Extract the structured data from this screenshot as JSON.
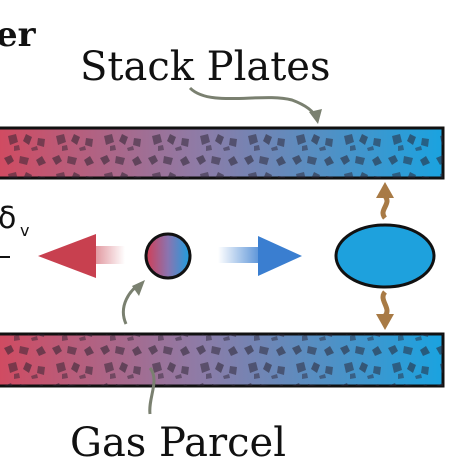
{
  "labels": {
    "corner_fragment": "er",
    "stack_plates": "Stack Plates",
    "gas_parcel": "Gas Parcel",
    "delta_symbol": "δ",
    "delta_subscript": "v"
  },
  "colors": {
    "warm": "#cc4a5e",
    "cool": "#1ea1dd",
    "mid": "#8a7fa8",
    "leader": "#7a8070",
    "expansion_arrow": "#a87a45",
    "outline": "#111111"
  },
  "icons": {
    "left_arrow": "warm-arrow-left",
    "right_arrow": "cool-arrow-right",
    "vertical_arrows": "double-headed-vertical-arrow"
  }
}
